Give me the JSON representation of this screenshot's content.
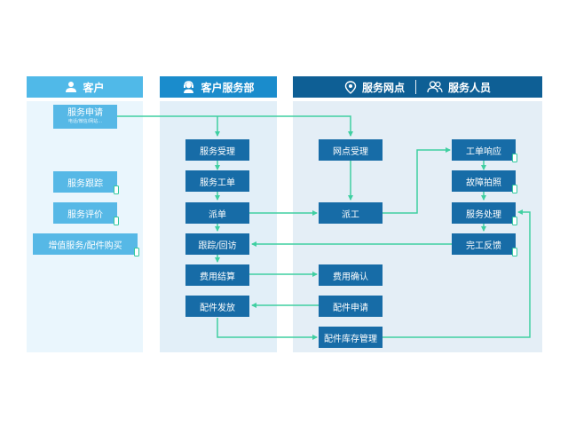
{
  "lanes": {
    "customer": {
      "title": "客户",
      "icon": "person-icon"
    },
    "service_dept": {
      "title": "客户服务部",
      "icon": "headset-agent-icon"
    },
    "network": {
      "title_left": "服务网点",
      "icon_left": "location-pin-icon",
      "title_right": "服务人员",
      "icon_right": "people-icon"
    }
  },
  "nodes": {
    "service_request": {
      "label": "服务申请",
      "sub": "电话/微信/网站..."
    },
    "service_tracking": {
      "label": "服务跟踪"
    },
    "service_evaluation": {
      "label": "服务评价"
    },
    "value_added": {
      "label": "增值服务/配件购买"
    },
    "service_accept": {
      "label": "服务受理"
    },
    "service_ticket": {
      "label": "服务工单"
    },
    "dispatch": {
      "label": "派单"
    },
    "tracking_visit": {
      "label": "跟踪/回访"
    },
    "fee_settlement": {
      "label": "费用结算"
    },
    "parts_issue": {
      "label": "配件发放"
    },
    "network_accept": {
      "label": "网点受理"
    },
    "assign_work": {
      "label": "派工"
    },
    "fee_confirm": {
      "label": "费用确认"
    },
    "parts_request": {
      "label": "配件申请"
    },
    "parts_inventory": {
      "label": "配件库存管理"
    },
    "ticket_response": {
      "label": "工单响应"
    },
    "fault_photo": {
      "label": "故障拍照"
    },
    "service_handling": {
      "label": "服务处理"
    },
    "completion_feedback": {
      "label": "完工反馈"
    }
  },
  "colors": {
    "lane_header_light": "#50b9e8",
    "lane_header_mid": "#1a8ccc",
    "lane_header_dark": "#0e5f95",
    "lane_body_light": "#eaf6fd",
    "lane_body_mid": "#e2eff8",
    "lane_body_dark": "#e4eef6",
    "node_light": "#56b8e6",
    "node_dark": "#176ca7",
    "arrow": "#3fcfa1",
    "phone": "#32c99e"
  }
}
